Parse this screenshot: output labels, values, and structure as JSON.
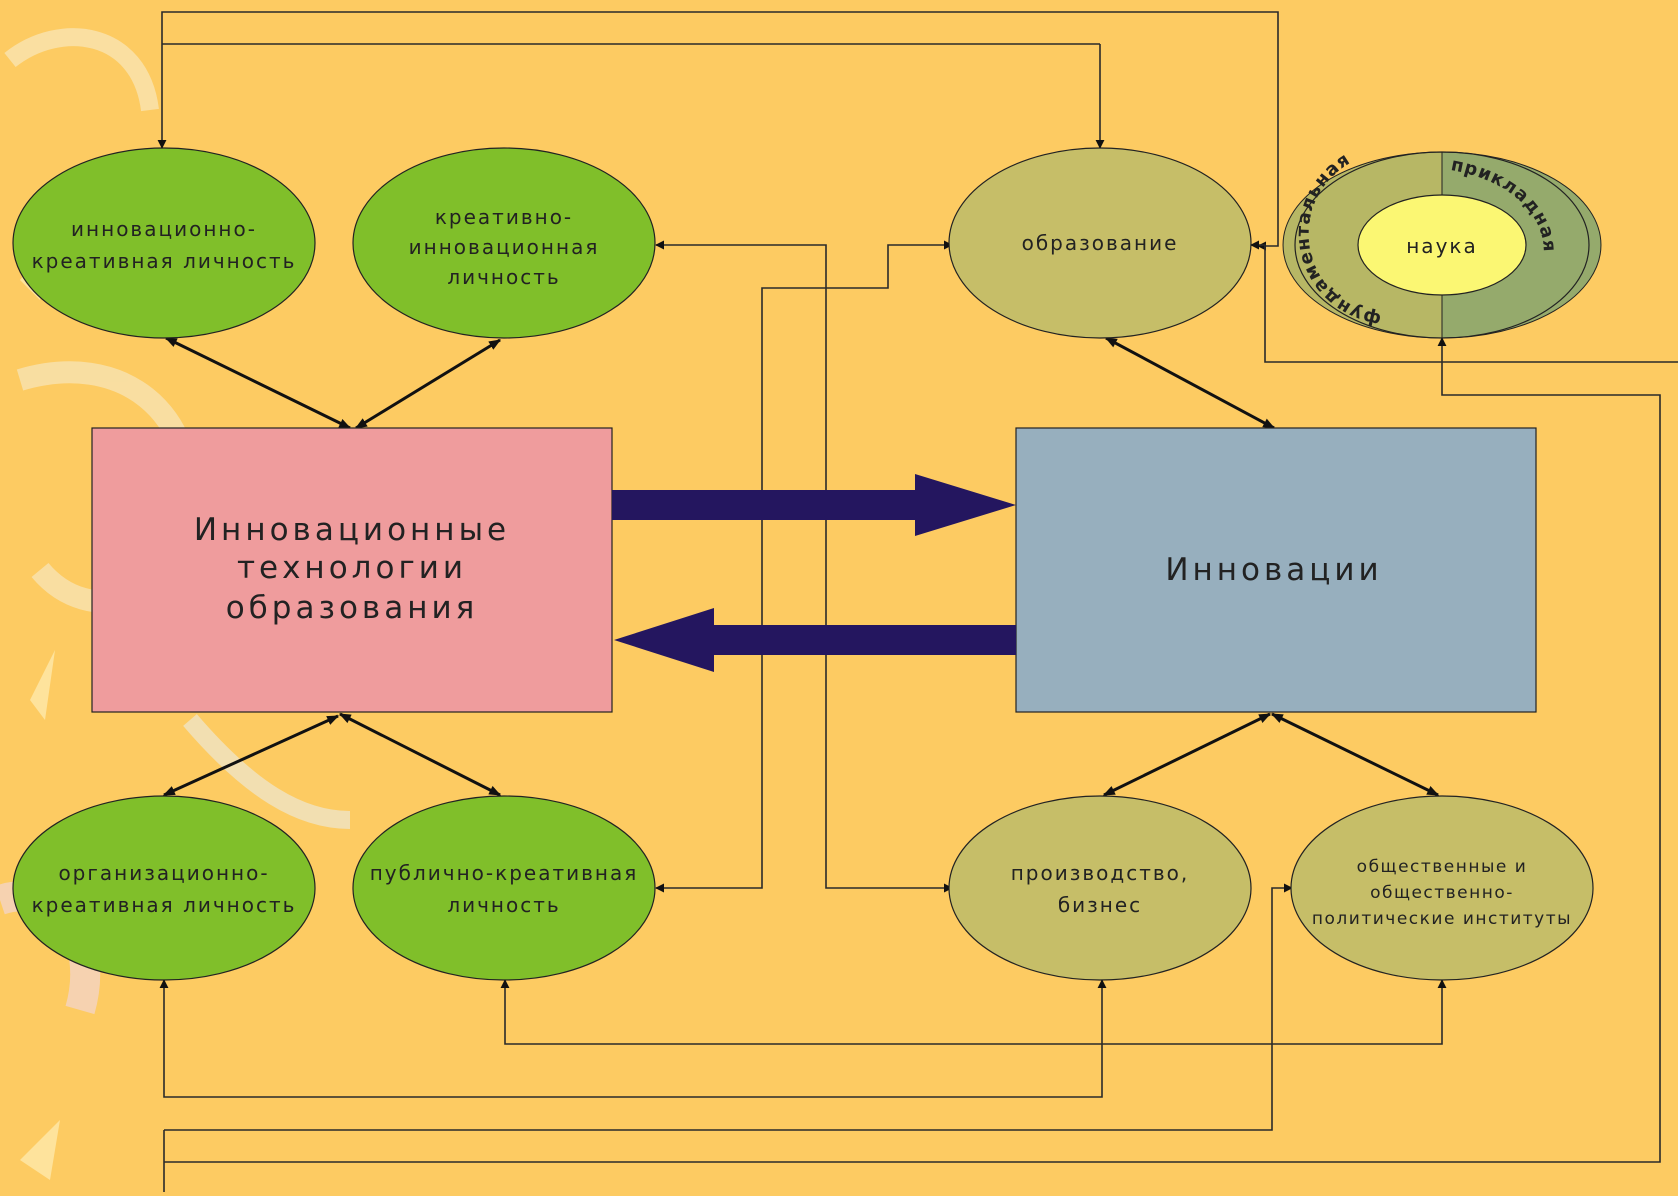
{
  "left_block": {
    "lines": [
      "Инновационные",
      "технологии",
      "образования"
    ]
  },
  "right_block": {
    "label": "Инновации"
  },
  "ellipses": {
    "innov_creative": [
      "инновационно-",
      "креативная личность"
    ],
    "creative_innov": [
      "креативно-",
      "инновационная",
      "личность"
    ],
    "org_creative": [
      "организационно-",
      "креативная личность"
    ],
    "public_creative": [
      "публично-креативная",
      "личность"
    ],
    "education": [
      "образование"
    ],
    "production": [
      "производство,",
      "бизнес"
    ],
    "institutes": [
      "общественные и",
      "общественно-",
      "политические институты"
    ]
  },
  "science": {
    "center": "наука",
    "left_arc": "фундаментальная",
    "right_arc": "прикладная"
  },
  "colors": {
    "background": "#fdcb62",
    "green": "#80bf2a",
    "olive": "#c6be68",
    "pink": "#ef9c9d",
    "steel": "#97afbe",
    "navy": "#24165f",
    "yellow": "#fbf773",
    "science_left": "#b7b765",
    "science_right": "#95aa6c"
  }
}
